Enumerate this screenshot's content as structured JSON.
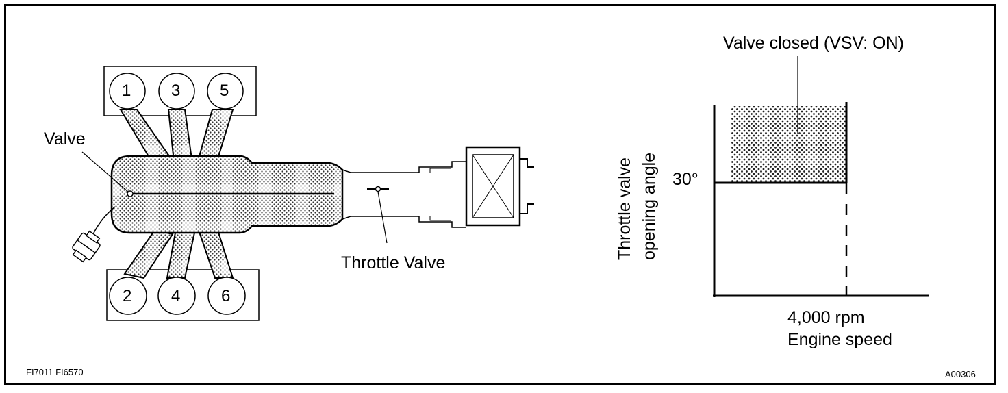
{
  "engine": {
    "valve_label": "Valve",
    "throttle_label": "Throttle Valve",
    "cylinders_top": [
      "1",
      "3",
      "5"
    ],
    "cylinders_bottom": [
      "2",
      "4",
      "6"
    ]
  },
  "graph": {
    "region_label": "Valve closed (VSV: ON)",
    "y_label_line1": "Throttle valve",
    "y_label_line2": "opening angle",
    "y_tick": "30°",
    "x_tick": "4,000 rpm",
    "x_label": "Engine speed"
  },
  "footer": {
    "left_code": "FI7011  FI6570",
    "right_code": "A00306"
  }
}
